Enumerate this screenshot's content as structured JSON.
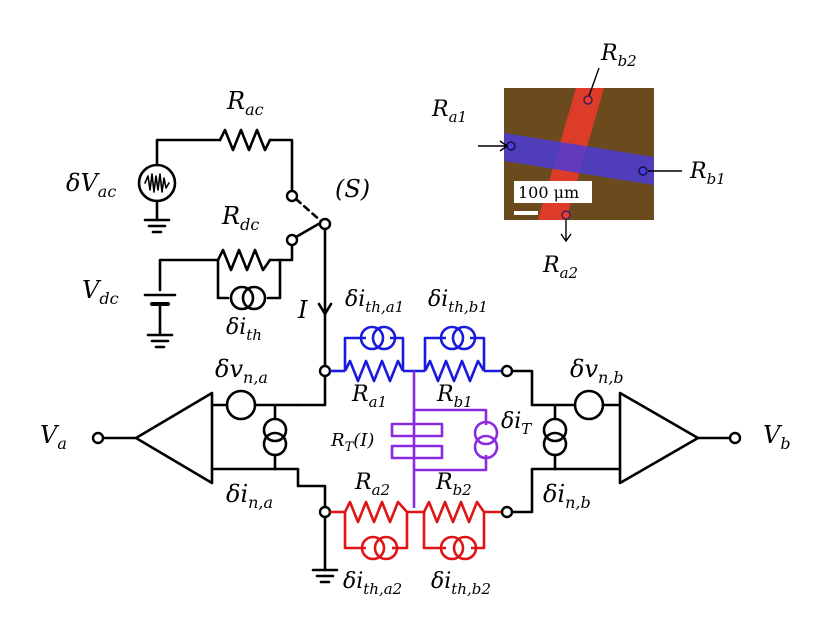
{
  "labels": {
    "r_ac": "R",
    "r_ac_sub": "ac",
    "dv_ac": "δV",
    "dv_ac_sub": "ac",
    "r_dc": "R",
    "r_dc_sub": "dc",
    "switch": "(S)",
    "v_dc": "V",
    "v_dc_sub": "dc",
    "di_th": "δi",
    "di_th_sub": "th",
    "current": "I",
    "di_th_a1": "δi",
    "di_th_a1_sub": "th,a1",
    "di_th_b1": "δi",
    "di_th_b1_sub": "th,b1",
    "r_a1": "R",
    "r_a1_sub": "a1",
    "r_b1": "R",
    "r_b1_sub": "b1",
    "dv_na": "δv",
    "dv_na_sub": "n,a",
    "dv_nb": "δv",
    "dv_nb_sub": "n,b",
    "v_a": "V",
    "v_a_sub": "a",
    "v_b": "V",
    "v_b_sub": "b",
    "r_t": "R",
    "r_t_sub": "T",
    "r_t_arg": "(I)",
    "di_t": "δi",
    "di_t_sub": "T",
    "di_na": "δi",
    "di_na_sub": "n,a",
    "di_nb": "δi",
    "di_nb_sub": "n,b",
    "r_a2": "R",
    "r_a2_sub": "a2",
    "r_b2": "R",
    "r_b2_sub": "b2",
    "di_th_a2": "δi",
    "di_th_a2_sub": "th,a2",
    "di_th_b2": "δi",
    "di_th_b2_sub": "th,b2"
  },
  "micrograph": {
    "scale_bar": "100 μm",
    "r_a1": "R",
    "r_a1_sub": "a1",
    "r_b1": "R",
    "r_b1_sub": "b1",
    "r_b2": "R",
    "r_b2_sub": "b2",
    "r_a2": "R",
    "r_a2_sub": "a2"
  },
  "colors": {
    "blue_strip": "#1a1adc",
    "red_strip": "#e01414",
    "tunnel_junction": "#8a2be2",
    "substrate": "#6b4a1e"
  }
}
